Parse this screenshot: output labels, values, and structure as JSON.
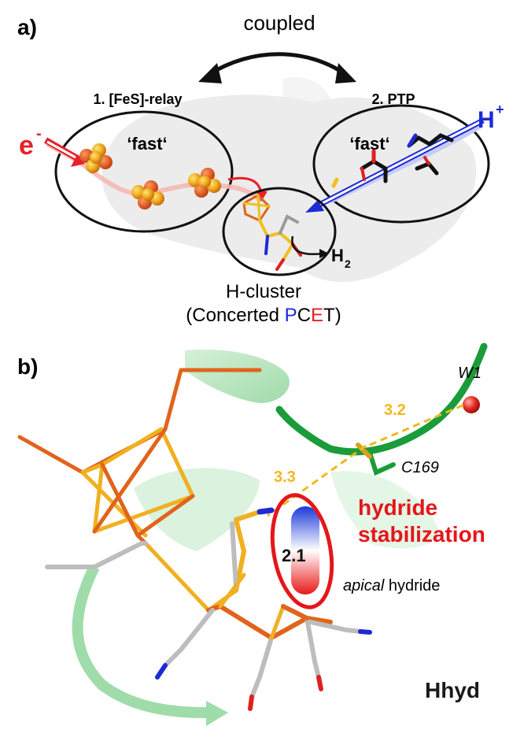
{
  "panel_a": {
    "label": "a)",
    "coupled": "coupled",
    "relay_title": "1. [FeS]-relay",
    "ptp_title": "2. PTP",
    "fast_left": "‘fast‘",
    "fast_right": "‘fast‘",
    "electron": "e",
    "electron_sup": "-",
    "proton": "H",
    "proton_sup": "+",
    "h2": "H",
    "h2_sub": "2",
    "hcluster": "H-cluster",
    "pcet_open": "(Concerted ",
    "pcet_p": "P",
    "pcet_c": "C",
    "pcet_e": "E",
    "pcet_t": "T",
    "pcet_close": ")",
    "colors": {
      "electron": "#e8202a",
      "proton": "#1c2ad6",
      "iron": "#e0641c",
      "sulfur": "#f0c020"
    }
  },
  "panel_b": {
    "label": "b)",
    "w1": "W1",
    "dist_32": "3.2",
    "dist_33": "3.3",
    "dist_21": "2.1",
    "c169": "C169",
    "hydride_line1": "hydride",
    "hydride_line2": "stabilization",
    "apical_italic": "apical",
    "apical_rest": " hydride",
    "hhyd": "Hhyd",
    "colors": {
      "distance": "#f2b81a",
      "highlight": "#e5161b",
      "helix": "#2ea84a"
    }
  }
}
